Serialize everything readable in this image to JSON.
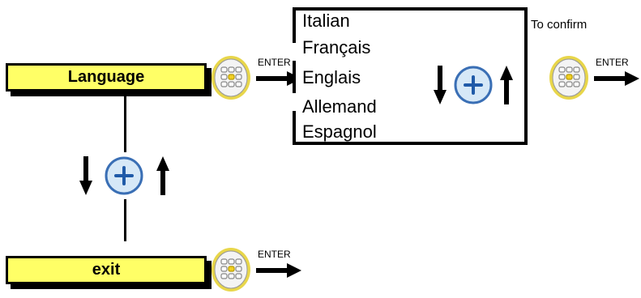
{
  "menu": {
    "language_label": "Language",
    "exit_label": "exit"
  },
  "languages": {
    "items": [
      "Italian",
      "Français",
      "Englais",
      "Allemand",
      "Espagnol"
    ]
  },
  "annotations": {
    "to_confirm": "To confirm",
    "enter": "ENTER"
  },
  "icons": {
    "keypad": "keypad-icon",
    "enter_arrow": "enter-arrow-icon",
    "plus_button": "plus-button-icon",
    "arrow_down": "arrow-down-icon",
    "arrow_up": "arrow-up-icon"
  },
  "colors": {
    "box_fill": "#ffff66",
    "keypad_ring": "#e8d64a",
    "keypad_center": "#f2d024",
    "plus_fill": "#d6e8f7",
    "plus_ring": "#3a6fb5"
  }
}
